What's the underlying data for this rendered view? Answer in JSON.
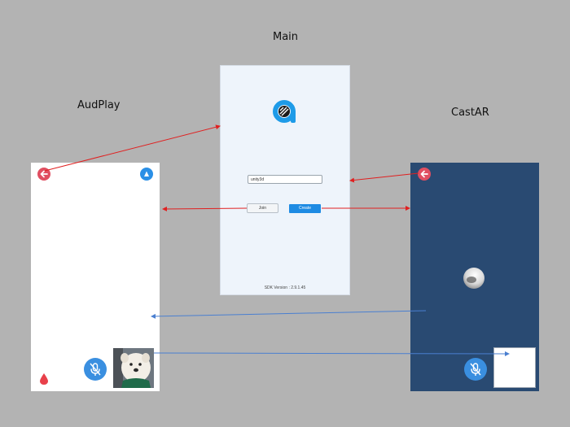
{
  "labels": {
    "main": "Main",
    "audplay": "AudPlay",
    "castar": "CastAR"
  },
  "main_screen": {
    "channel_input_value": "unity3d",
    "join_label": "Join",
    "create_label": "Create",
    "sdk_version": "SDK Version : 2.9.1.45"
  },
  "colors": {
    "background": "#b3b3b3",
    "main_bg": "#eef4fb",
    "castar_bg": "#294a72",
    "accent_blue": "#1e8be3",
    "back_red": "#e04f61",
    "arrow_red": "#e02020",
    "arrow_blue": "#4a7fd0"
  },
  "icons": {
    "back": "arrow-left-icon",
    "logo": "app-logo-icon",
    "mic": "mic-muted-icon",
    "drop": "drop-icon",
    "ball": "sphere-icon"
  }
}
